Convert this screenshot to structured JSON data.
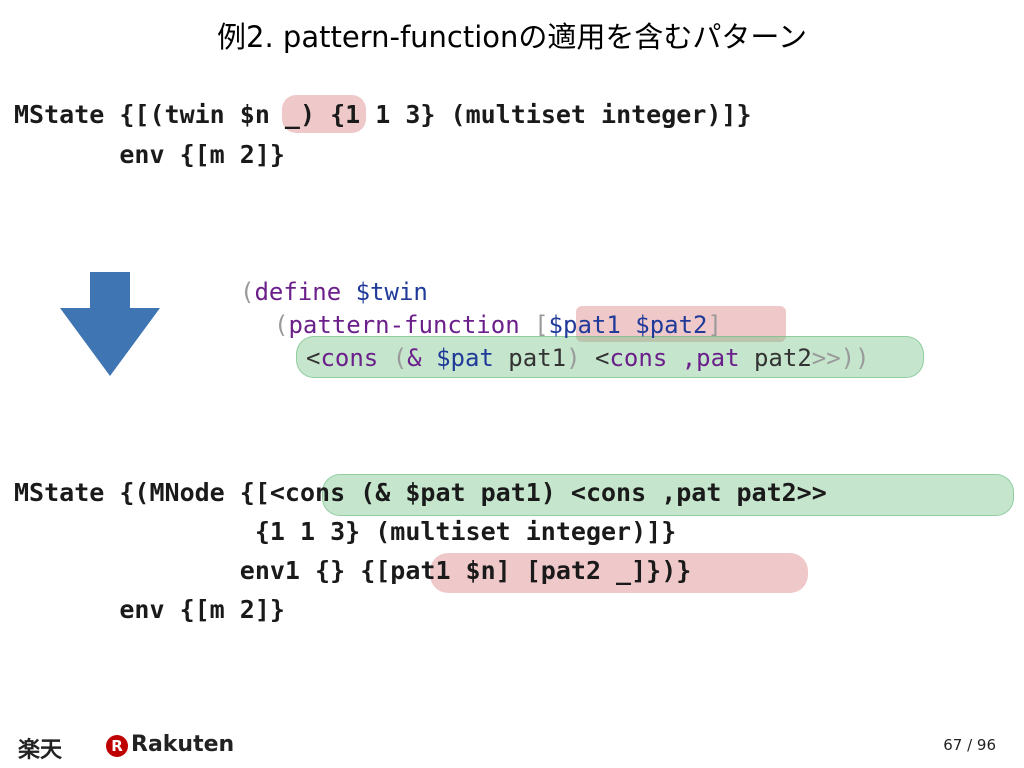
{
  "slide": {
    "title": "例2. pattern-functionの適用を含むパターン",
    "page_number": "67 / 96"
  },
  "top_code": {
    "line1_a": "MState {[(twin ",
    "line1_hl": "$n _",
    "line1_b": ") {1 1 3} (multiset integer)]}",
    "line2": "       env {[m 2]}"
  },
  "define_code": {
    "l1_paren": "(",
    "l1_kw": "define",
    "l1_var": " $twin",
    "l2_paren": "(",
    "l2_kw": "pattern-function",
    "l2_space": " ",
    "l2_bracket_open": "[",
    "l2_args": "$pat1 $pat2",
    "l2_bracket_close": "]",
    "l3_lt": "<",
    "l3_cons1": "cons",
    "l3_sp1": " ",
    "l3_po": "(",
    "l3_amp": "& ",
    "l3_pat": "$pat",
    "l3_pat1": " pat1",
    "l3_pc": ")",
    "l3_sp2": " ",
    "l3_lt2": "<",
    "l3_cons2": "cons",
    "l3_comma": " ,pat",
    "l3_pat2": " pat2",
    "l3_gtgt": ">>",
    "l3_close": "))"
  },
  "bottom_code": {
    "l1_a": "MState {(MNode {[",
    "l1_hl": "<cons (& $pat pat1) <cons ,pat pat2>>",
    "l2": "                {1 1 3} (multiset integer)]}",
    "l3_a": "               env1 {} ",
    "l3_hl": "{[pat1 $n] [pat2 _]}",
    "l3_b": ")}",
    "l4": "       env {[m 2]}"
  },
  "footer": {
    "logo_kanji": "楽天",
    "logo_latin": "Rakuten",
    "logo_r": "R"
  },
  "colors": {
    "arrow": "#3f75b2",
    "highlight_red": "#e3a7a7",
    "highlight_green": "#b3dcbf",
    "logo_red": "#bf0000"
  }
}
